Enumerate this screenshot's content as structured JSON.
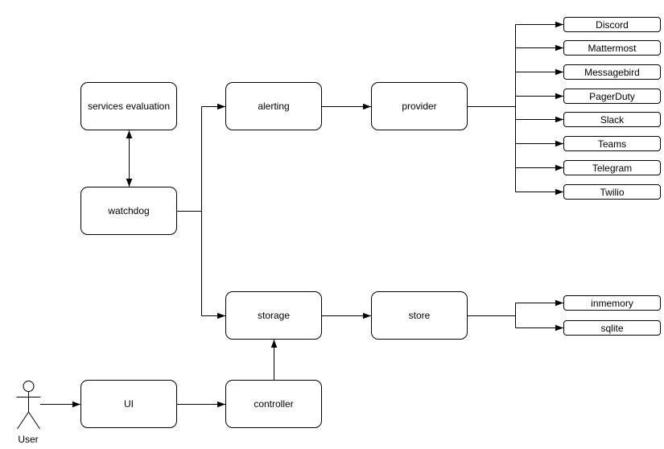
{
  "diagram_type": "architecture-flowchart",
  "colors": {
    "background": "#ffffff",
    "line": "#000000",
    "node_fill": "#ffffff",
    "node_border": "#000000",
    "text": "#000000"
  },
  "actor": {
    "label": "User"
  },
  "nodes": {
    "services_evaluation": {
      "label": "services evaluation"
    },
    "watchdog": {
      "label": "watchdog"
    },
    "alerting": {
      "label": "alerting"
    },
    "provider": {
      "label": "provider"
    },
    "storage": {
      "label": "storage"
    },
    "store": {
      "label": "store"
    },
    "ui": {
      "label": "UI"
    },
    "controller": {
      "label": "controller"
    }
  },
  "provider_targets": [
    "Discord",
    "Mattermost",
    "Messagebird",
    "PagerDuty",
    "Slack",
    "Teams",
    "Telegram",
    "Twilio"
  ],
  "store_targets": [
    "inmemory",
    "sqlite"
  ],
  "edges": [
    {
      "from": "watchdog",
      "to": "services evaluation",
      "bidirectional": true
    },
    {
      "from": "watchdog",
      "to": "alerting",
      "bidirectional": false
    },
    {
      "from": "watchdog",
      "to": "storage",
      "bidirectional": false
    },
    {
      "from": "alerting",
      "to": "provider",
      "bidirectional": false
    },
    {
      "from": "provider",
      "to": "Discord",
      "bidirectional": false
    },
    {
      "from": "provider",
      "to": "Mattermost",
      "bidirectional": false
    },
    {
      "from": "provider",
      "to": "Messagebird",
      "bidirectional": false
    },
    {
      "from": "provider",
      "to": "PagerDuty",
      "bidirectional": false
    },
    {
      "from": "provider",
      "to": "Slack",
      "bidirectional": false
    },
    {
      "from": "provider",
      "to": "Teams",
      "bidirectional": false
    },
    {
      "from": "provider",
      "to": "Telegram",
      "bidirectional": false
    },
    {
      "from": "provider",
      "to": "Twilio",
      "bidirectional": false
    },
    {
      "from": "storage",
      "to": "store",
      "bidirectional": false
    },
    {
      "from": "store",
      "to": "inmemory",
      "bidirectional": false
    },
    {
      "from": "store",
      "to": "sqlite",
      "bidirectional": false
    },
    {
      "from": "User",
      "to": "UI",
      "bidirectional": false
    },
    {
      "from": "UI",
      "to": "controller",
      "bidirectional": false
    },
    {
      "from": "controller",
      "to": "storage",
      "bidirectional": false
    }
  ]
}
